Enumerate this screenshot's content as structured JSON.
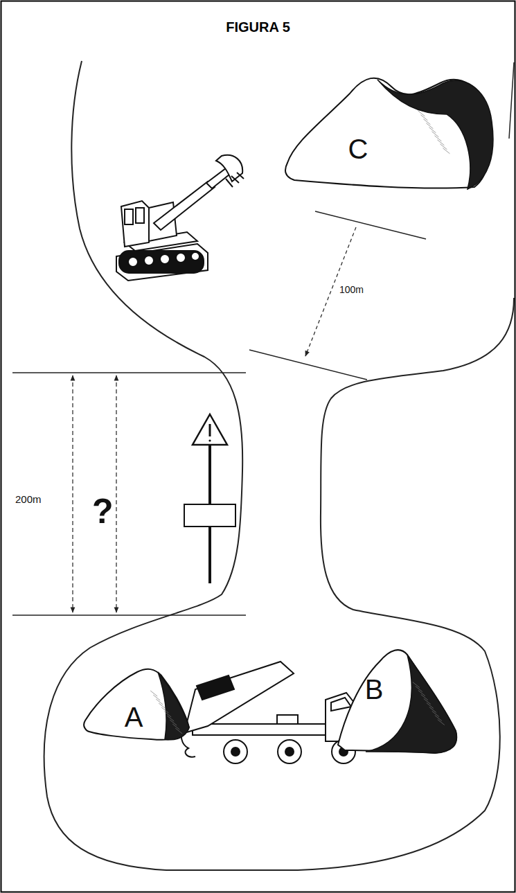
{
  "diagram": {
    "title": "FIGURA 5",
    "nodes": [
      {
        "text": [
          "C"
        ]
      },
      {
        "text": [
          "A"
        ]
      },
      {
        "text": [
          "B"
        ]
      }
    ],
    "labels": [
      "100m",
      "200m",
      "?"
    ]
  }
}
